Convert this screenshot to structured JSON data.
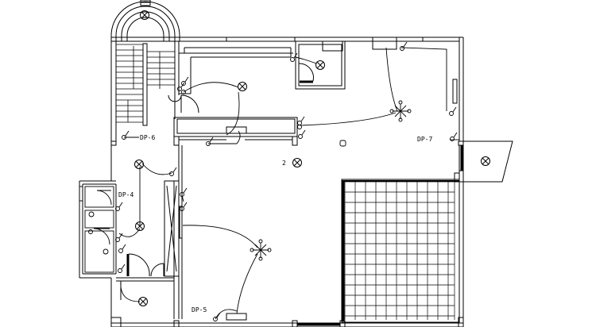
{
  "labels": {
    "dp6": "DP-6",
    "dp4": "DP-4",
    "dp7": "DP-7",
    "dp5": "DP-5",
    "two": "2"
  },
  "colors": {
    "line": "#000000",
    "background": "#ffffff"
  },
  "icons": {
    "light": "ceiling-light-x",
    "fan": "ceiling-fan",
    "switch": "wall-switch"
  }
}
